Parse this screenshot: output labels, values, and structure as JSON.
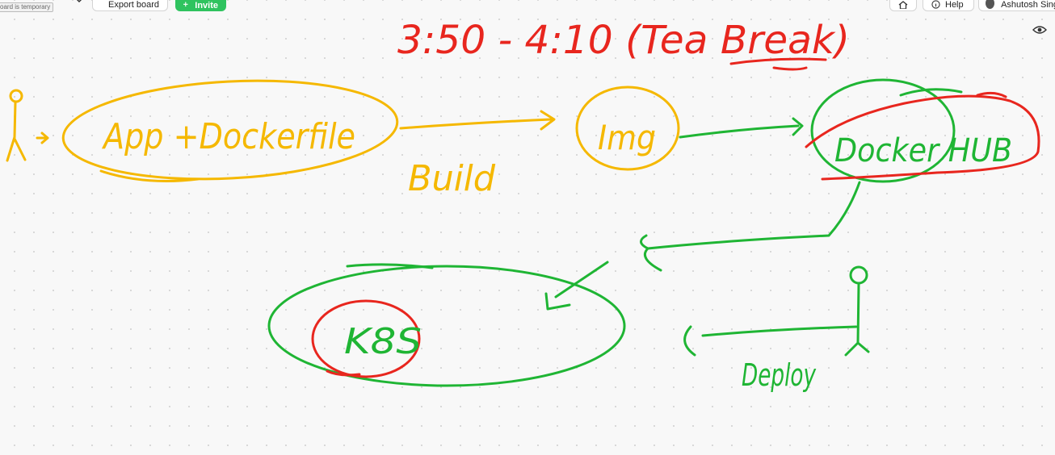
{
  "board": {
    "temporary_notice": "oard is temporary",
    "export_label": "Export board",
    "invite_label": "Invite",
    "help_label": "Help",
    "user_name": "Ashutosh Sing"
  },
  "icons": {
    "dropdown": "chevron-down-icon",
    "export": "download-icon",
    "invite": "add-user-icon",
    "home": "home-icon",
    "help": "help-circle-icon",
    "visibility": "eye-icon"
  },
  "colors": {
    "red": "#e8261e",
    "yellow": "#f5b800",
    "green": "#1fb534",
    "invite_green": "#2fc35f"
  },
  "drawing": {
    "time_range": "3:50 - 4:10 (Tea Break)",
    "app_label": "App +Dockerfile",
    "build_label": "Build",
    "image_label": "Img",
    "registry_label": "Docker HUB",
    "k8s_label": "K8S",
    "deploy_label": "Deploy"
  }
}
